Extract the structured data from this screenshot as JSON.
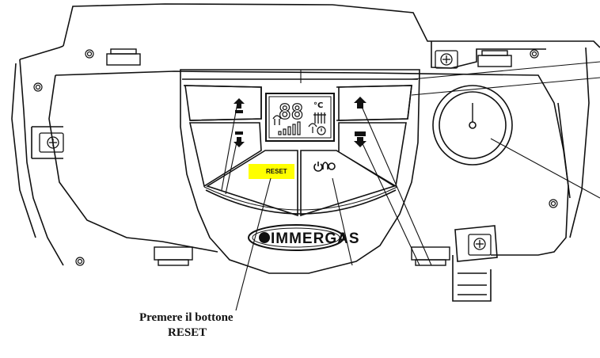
{
  "panel": {
    "reset_button_label": "RESET",
    "brand_name": "IMMERGAS",
    "lcd_digits": "88",
    "lcd_unit": "°C",
    "reset_highlight_color": "#ffff00"
  },
  "callout": {
    "line1": "Premere il bottone",
    "line2": "RESET"
  },
  "icons": {
    "heating_up": "up-arrow-radiator-icon",
    "heating_down": "down-arrow-radiator-icon",
    "dhw_up": "up-arrow-house-icon",
    "dhw_down": "down-arrow-house-icon",
    "power_mode": "power-mode-icon",
    "pressure_gauge": "pressure-gauge-icon"
  }
}
